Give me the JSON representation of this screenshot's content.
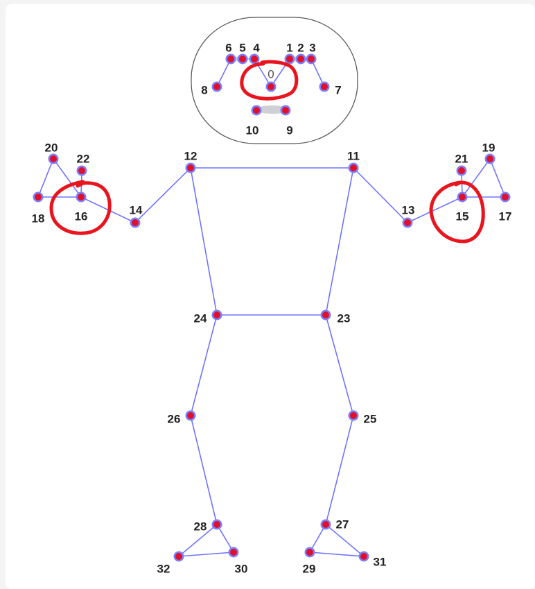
{
  "diagram": {
    "keypoints": [
      {
        "id": "0",
        "label": "0"
      },
      {
        "id": "1",
        "label": "1"
      },
      {
        "id": "2",
        "label": "2"
      },
      {
        "id": "3",
        "label": "3"
      },
      {
        "id": "4",
        "label": "4"
      },
      {
        "id": "5",
        "label": "5"
      },
      {
        "id": "6",
        "label": "6"
      },
      {
        "id": "7",
        "label": "7"
      },
      {
        "id": "8",
        "label": "8"
      },
      {
        "id": "9",
        "label": "9"
      },
      {
        "id": "10",
        "label": "10"
      },
      {
        "id": "11",
        "label": "11"
      },
      {
        "id": "12",
        "label": "12"
      },
      {
        "id": "13",
        "label": "13"
      },
      {
        "id": "14",
        "label": "14"
      },
      {
        "id": "15",
        "label": "15"
      },
      {
        "id": "16",
        "label": "16"
      },
      {
        "id": "17",
        "label": "17"
      },
      {
        "id": "18",
        "label": "18"
      },
      {
        "id": "19",
        "label": "19"
      },
      {
        "id": "20",
        "label": "20"
      },
      {
        "id": "21",
        "label": "21"
      },
      {
        "id": "22",
        "label": "22"
      },
      {
        "id": "23",
        "label": "23"
      },
      {
        "id": "24",
        "label": "24"
      },
      {
        "id": "25",
        "label": "25"
      },
      {
        "id": "26",
        "label": "26"
      },
      {
        "id": "27",
        "label": "27"
      },
      {
        "id": "28",
        "label": "28"
      },
      {
        "id": "29",
        "label": "29"
      },
      {
        "id": "30",
        "label": "30"
      },
      {
        "id": "31",
        "label": "31"
      },
      {
        "id": "32",
        "label": "32"
      }
    ],
    "connections": [
      [
        "11",
        "12"
      ],
      [
        "11",
        "13"
      ],
      [
        "13",
        "15"
      ],
      [
        "15",
        "17"
      ],
      [
        "15",
        "19"
      ],
      [
        "15",
        "21"
      ],
      [
        "17",
        "19"
      ],
      [
        "12",
        "14"
      ],
      [
        "14",
        "16"
      ],
      [
        "16",
        "18"
      ],
      [
        "16",
        "20"
      ],
      [
        "16",
        "22"
      ],
      [
        "18",
        "20"
      ],
      [
        "11",
        "23"
      ],
      [
        "12",
        "24"
      ],
      [
        "23",
        "24"
      ],
      [
        "23",
        "25"
      ],
      [
        "25",
        "27"
      ],
      [
        "27",
        "29"
      ],
      [
        "27",
        "31"
      ],
      [
        "29",
        "31"
      ],
      [
        "24",
        "26"
      ],
      [
        "26",
        "28"
      ],
      [
        "28",
        "30"
      ],
      [
        "28",
        "32"
      ],
      [
        "30",
        "32"
      ],
      [
        "0",
        "4"
      ],
      [
        "4",
        "5"
      ],
      [
        "5",
        "6"
      ],
      [
        "6",
        "8"
      ],
      [
        "0",
        "1"
      ],
      [
        "1",
        "2"
      ],
      [
        "2",
        "3"
      ],
      [
        "3",
        "7"
      ],
      [
        "9",
        "10"
      ]
    ],
    "highlighted_keypoints": [
      "0",
      "15",
      "16"
    ],
    "colors": {
      "connection": "#6f73ff",
      "keypoint_center": "#e0102b",
      "keypoint_ring": "#7a7fff",
      "annotation": "#e8141e",
      "background": "#ffffff"
    }
  }
}
